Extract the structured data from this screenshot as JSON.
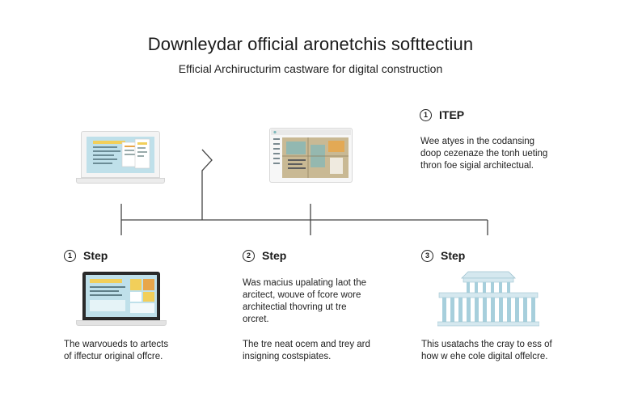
{
  "header": {
    "title": "Downleydar official aronetchis softtectiun",
    "subtitle": "Efficial Archiructurim castware for digital construction"
  },
  "top_step": {
    "number": "1",
    "label": "ITEP",
    "lines": [
      "Wee atyes in the codansing",
      "doop cezenaze the tonh ueting",
      "thron foe sigial architectual."
    ]
  },
  "steps": [
    {
      "number": "1",
      "label": "Step",
      "lines": [
        "The warvoueds to artects",
        "of iffectur original offcre."
      ]
    },
    {
      "number": "2",
      "label": "Step",
      "intro_lines": [
        "Was macius upalating laot the",
        "arcitect, wouve of fcore wore",
        "architectial thovring ut tre",
        "orcret."
      ],
      "lines": [
        "The tre neat ocem and trey ard",
        "insigning costspiates."
      ]
    },
    {
      "number": "3",
      "label": "Step",
      "lines": [
        "This usatachs the cray to ess of",
        "how w ehe cole digital offelcre."
      ]
    }
  ],
  "colors": {
    "line": "#444444",
    "screen_blue": "#bfe0ea",
    "accent_yellow": "#f2cf5a",
    "accent_orange": "#e8a64a",
    "map_tan": "#c9b994",
    "map_teal": "#7fb8bb",
    "building_blue": "#a7cfdc"
  },
  "icons": [
    "laptop-app-icon",
    "floorplan-window-icon",
    "laptop-dashboard-icon",
    "classical-building-icon"
  ]
}
